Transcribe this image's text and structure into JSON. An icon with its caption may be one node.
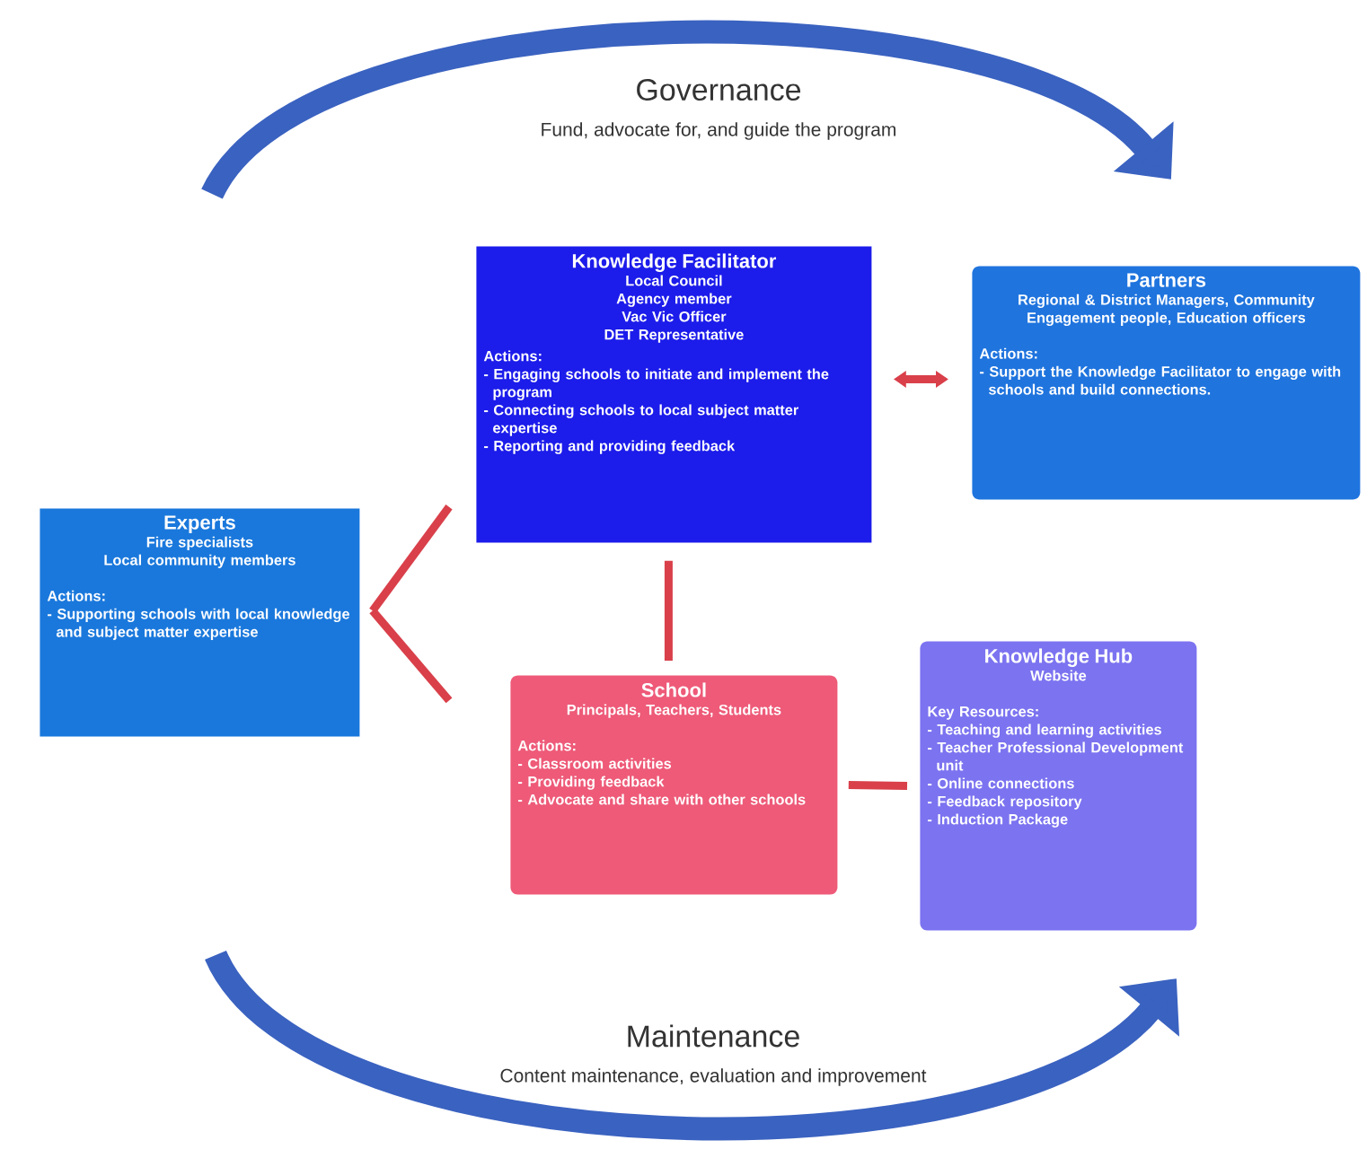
{
  "diagram": {
    "nodes": [
      {
        "text": [
          "Knowledge Facilitator",
          "Local Council",
          "Agency member",
          "Vac Vic Officer",
          "DET Representative",
          "Actions:",
          "- Engaging schools to initiate and implement the program",
          "- Connecting schools to local subject matter expertise",
          "- Reporting and providing feedback"
        ]
      },
      {
        "text": [
          "Partners",
          "Regional & District Managers, Community Engagement people, Education officers",
          "Actions:",
          "- Support the Knowledge Facilitator to engage with schools and build connections."
        ]
      },
      {
        "text": [
          "Experts",
          "Fire specialists",
          "Local community members",
          "Actions:",
          "- Supporting schools with local knowledge and subject matter expertise"
        ]
      },
      {
        "text": [
          "School",
          "Principals, Teachers, Students",
          "Actions:",
          "- Classroom activities",
          "- Providing feedback",
          "- Advocate and share with other schools"
        ]
      },
      {
        "text": [
          "Knowledge Hub",
          "Website",
          "Key Resources:",
          "- Teaching and learning activities",
          "- Teacher Professional Development unit",
          "- Online connections",
          "- Feedback repository",
          "- Induction Package"
        ]
      }
    ],
    "edges": [
      {
        "from": 0,
        "to": 1,
        "arrow": "both"
      },
      {
        "from": 0,
        "to": 3,
        "arrow": "none"
      },
      {
        "from": 3,
        "to": 4,
        "arrow": "none"
      },
      {
        "from": 2,
        "to": 0,
        "arrow": "none"
      },
      {
        "from": 2,
        "to": 3,
        "arrow": "none"
      }
    ],
    "labels": [
      "Governance",
      "Fund, advocate for, and guide the program",
      "Maintenance",
      "Content maintenance, evaluation and improvement"
    ]
  }
}
